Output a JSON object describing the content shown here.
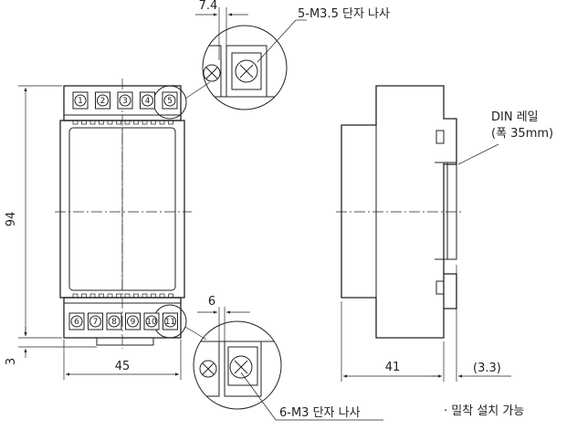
{
  "front": {
    "top_terminals": [
      "1",
      "2",
      "3",
      "4",
      "5"
    ],
    "bottom_terminals": [
      "6",
      "7",
      "8",
      "9",
      "10",
      "11"
    ],
    "dim_height": "94",
    "dim_offset": "3",
    "dim_width": "45"
  },
  "details": {
    "top_pitch": "7.4",
    "top_screw_label": "5-M3.5 단자 나사",
    "bottom_pitch": "6",
    "bottom_screw_label": "6-M3 단자 나사"
  },
  "side": {
    "rail_label_1": "DIN 레일",
    "rail_label_2": "(폭 35mm)",
    "dim_depth": "41",
    "dim_rail": "(3.3)"
  },
  "note": "· 밀착 설치 가능"
}
